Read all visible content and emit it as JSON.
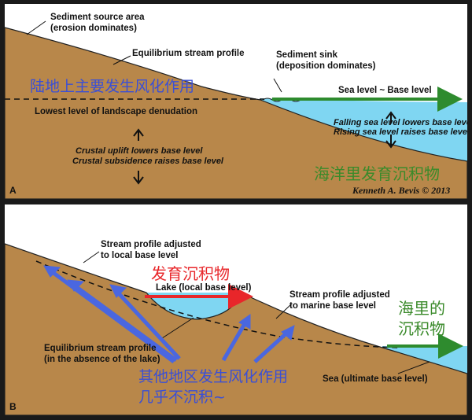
{
  "panel_a": {
    "letter": "A",
    "sediment_source_l1": "Sediment source area",
    "sediment_source_l2": "(erosion dominates)",
    "equilibrium_profile": "Equilibrium stream profile",
    "sediment_sink_l1": "Sediment sink",
    "sediment_sink_l2": "(deposition dominates)",
    "sea_level": "Sea level ~ Base level",
    "lowest_level": "Lowest level of landscape denudation",
    "falling_sea": "Falling sea level lowers base level",
    "rising_sea": "Rising sea level raises base level",
    "uplift": "Crustal uplift lowers base level",
    "subsidence": "Crustal subsidence raises base level",
    "credit": "Kenneth A. Bevis © 2013",
    "cn_land": "陆地上主要发生风化作用",
    "cn_sea": "海洋里发育沉积物"
  },
  "panel_b": {
    "letter": "B",
    "local_adjusted_l1": "Stream profile adjusted",
    "local_adjusted_l2": "to local base level",
    "lake": "Lake (local base level)",
    "marine_adjusted_l1": "Stream profile adjusted",
    "marine_adjusted_l2": "to marine base level",
    "equilibrium_l1": "Equilibrium stream profile",
    "equilibrium_l2": "(in the absence of the lake)",
    "sea": "Sea (ultimate base level)",
    "cn_lake": "发育沉积物",
    "cn_sea_l1": "海里的",
    "cn_sea_l2": "沉积物",
    "cn_other_l1": "其他地区发生风化作用",
    "cn_other_l2": "几乎不沉积~"
  },
  "colors": {
    "land": "#b8874a",
    "water": "#7fd6f2",
    "green_arrow": "#2e8b2e",
    "blue_arrow": "#4a67e0",
    "red_arrow": "#e8262a"
  }
}
